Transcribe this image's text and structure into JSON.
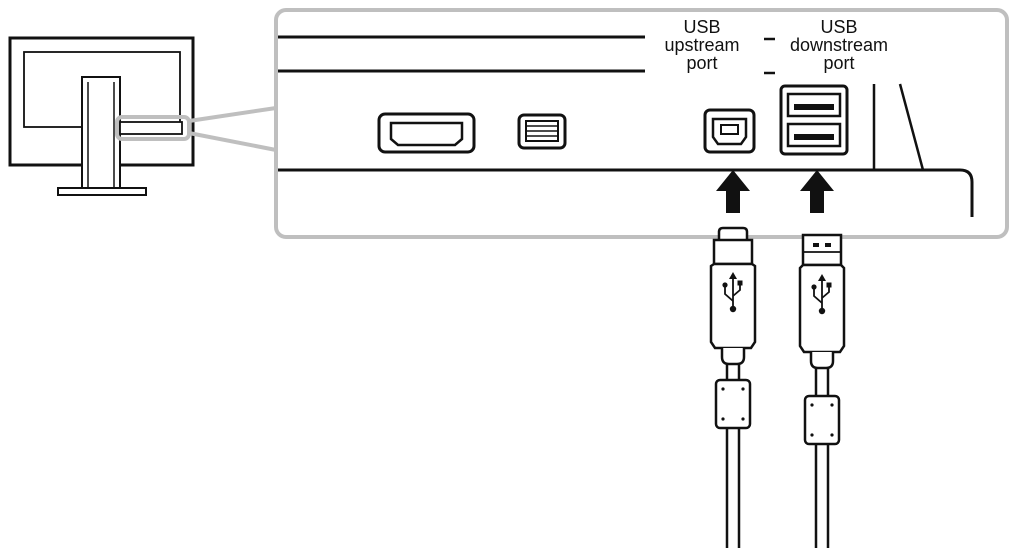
{
  "labels": {
    "upstream": [
      "USB",
      "upstream",
      "port"
    ],
    "downstream": [
      "USB",
      "downstream",
      "port"
    ]
  },
  "icons": {
    "usb_symbol": "usb-trident-icon",
    "insert_arrow": "arrow-up-icon"
  },
  "colors": {
    "outline": "#111111",
    "callout": "#bfbfbf",
    "background": "#ffffff"
  }
}
